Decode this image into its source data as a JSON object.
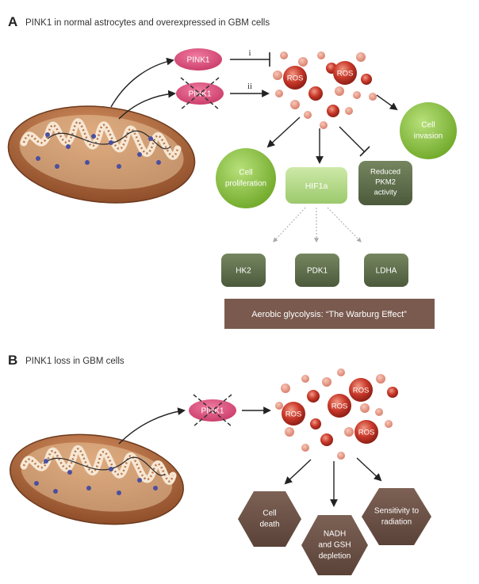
{
  "panel_a": {
    "letter": "A",
    "title": "PINK1 in normal astrocytes and overexpressed in GBM cells",
    "pink1": "PINK1",
    "pink1_crossed": "PINK1",
    "arrow_i": "i",
    "arrow_ii": "ii",
    "ros_1": "ROS",
    "ros_2": "ROS",
    "cell_invasion": [
      "Cell",
      "invasion"
    ],
    "cell_proliferation": [
      "Cell",
      "proliferation"
    ],
    "hif1a": "HIF1a",
    "reduced_pkm2": [
      "Reduced",
      "PKM2",
      "activity"
    ],
    "hk2": "HK2",
    "pdk1": "PDK1",
    "ldha": "LDHA",
    "banner": "Aerobic glycolysis: “The Warburg Effect”"
  },
  "panel_b": {
    "letter": "B",
    "title": "PINK1 loss in GBM cells",
    "pink1_crossed": "PINK1",
    "ros_1": "ROS",
    "ros_2": "ROS",
    "ros_3": "ROS",
    "ros_4": "ROS",
    "cell_death": [
      "Cell",
      "death"
    ],
    "nadh_gsh": [
      "NADH",
      "and GSH",
      "depletion"
    ],
    "radiation": [
      "Sensitivity to",
      "radiation"
    ]
  },
  "colors": {
    "pink": "#d94a7a",
    "ros_red": "#c0392b",
    "green": "#8cc43c",
    "pale_green": "#b6dc8a",
    "dark_olive": "#5c6b4a",
    "banner_brown": "#7a5a4e",
    "hexagon_brown": "#6a5045",
    "mito_brown": "#a0603a"
  }
}
